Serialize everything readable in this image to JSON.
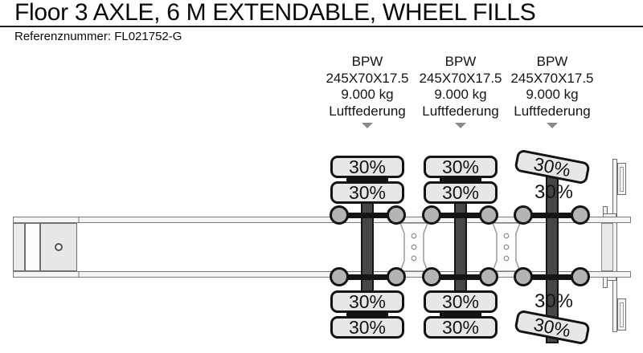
{
  "header": {
    "title": "Floor 3 AXLE, 6 M EXTENDABLE, WHEEL FILLS",
    "reference": "Referenznummer: FL021752-G"
  },
  "axles": [
    {
      "brand": "BPW",
      "tire_size": "245X70X17.5",
      "axle_load": "9.000 kg",
      "suspension": "Luftfederung",
      "fills": {
        "outer_top": "30%",
        "inner_top": "30%",
        "inner_bottom": "30%",
        "outer_bottom": "30%"
      }
    },
    {
      "brand": "BPW",
      "tire_size": "245X70X17.5",
      "axle_load": "9.000 kg",
      "suspension": "Luftfederung",
      "fills": {
        "outer_top": "30%",
        "inner_top": "30%",
        "inner_bottom": "30%",
        "outer_bottom": "30%"
      }
    },
    {
      "brand": "BPW",
      "tire_size": "245X70X17.5",
      "axle_load": "9.000 kg",
      "suspension": "Luftfederung",
      "fills": {
        "outer_top": "30%",
        "inner_top": "30%",
        "inner_bottom": "30%",
        "outer_bottom": "30%"
      }
    }
  ],
  "colors": {
    "tire_fill": "#e7e7e7",
    "axle_bar": "#464646",
    "wheel_fill": "#b4b4b4",
    "rail_fill": "#f5f5f5",
    "pointer_marker": "#8a8a8a",
    "outline": "#141414"
  }
}
